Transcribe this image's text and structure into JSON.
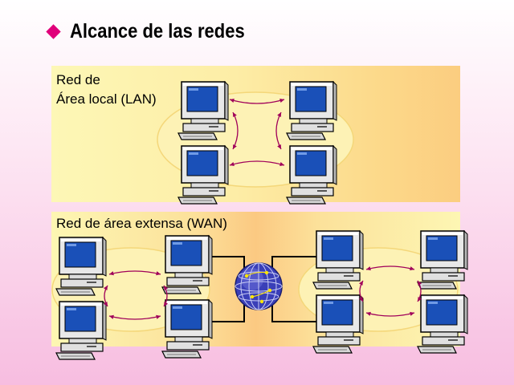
{
  "title": "Alcance de las redes",
  "bullet_icon": "diamond-icon",
  "accent_color": "#e0007a",
  "lan": {
    "label": "Red de\nÁrea local (LAN)",
    "computers": 4,
    "ring_color": "#fdf0b0",
    "arrow_color": "#a0005a"
  },
  "wan": {
    "label": "Red de área extensa (WAN)",
    "computers": 8,
    "center_icon": "globe-icon",
    "link_color": "#000000"
  },
  "icons": {
    "computer": "desktop-computer-icon",
    "arrow": "curved-arrow-icon"
  }
}
